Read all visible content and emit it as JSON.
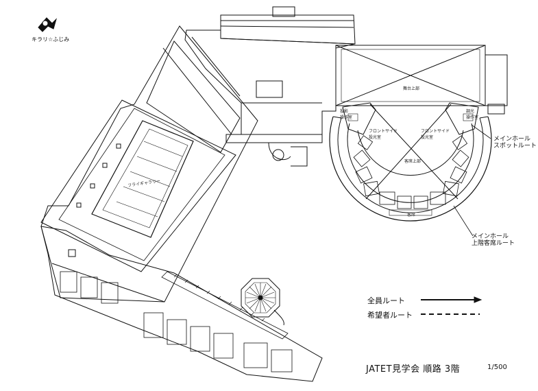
{
  "logo": {
    "text": "キラリ☆ふじみ"
  },
  "labels": {
    "stage_upper": "舞台上部",
    "front_side_left": "フロントサイド\n投光室",
    "front_side_right": "フロントサイド\n投光室",
    "audience_upper": "客席上部",
    "proj_left": "投影\n操作室",
    "proj_right": "調光\n操作室",
    "seating": "客席",
    "fly_gallery": "フライギャラリー"
  },
  "callouts": {
    "main_hall_spot": [
      "メインホール",
      "スポットルート"
    ],
    "main_hall_upper": [
      "メインホール",
      "上階客席ルート"
    ]
  },
  "legend": {
    "all_route": "全員ルート",
    "optional_route": "希望者ルート"
  },
  "title": "JATET見学会 順路 3階",
  "scale": "1/500"
}
